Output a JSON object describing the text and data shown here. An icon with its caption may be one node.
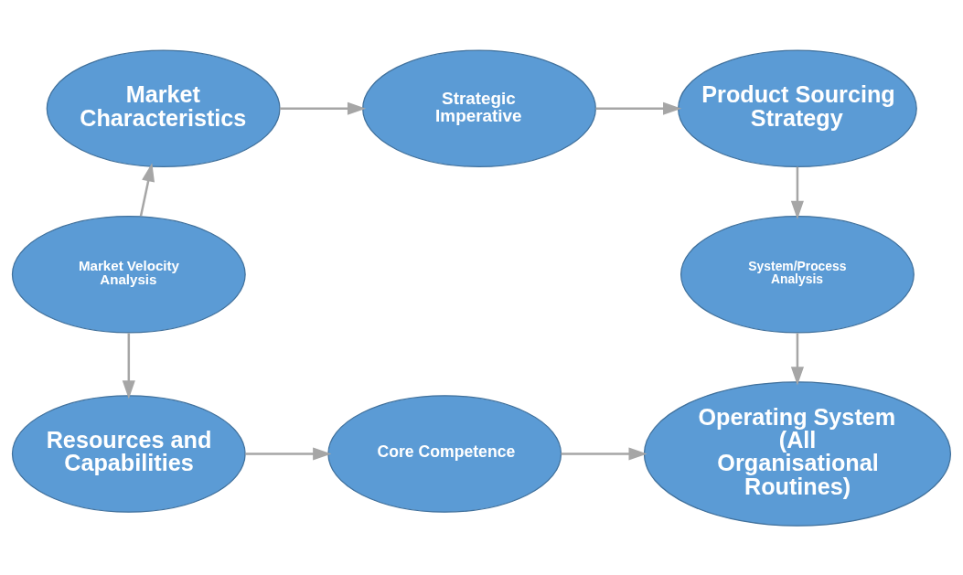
{
  "diagram": {
    "nodes": [
      {
        "text": [
          "Market Characteristics"
        ]
      },
      {
        "text": [
          "Strategic Imperative"
        ]
      },
      {
        "text": [
          "Product Sourcing Strategy"
        ]
      },
      {
        "text": [
          "Market Velocity Analysis"
        ]
      },
      {
        "text": [
          "System/Process Analysis"
        ]
      },
      {
        "text": [
          "Resources and Capabilities"
        ]
      },
      {
        "text": [
          "Core Competence"
        ]
      },
      {
        "text": [
          "Operating System (All Organisational Routines)"
        ]
      }
    ],
    "edges": [
      {
        "from": 0,
        "to": 1,
        "arrow": "to"
      },
      {
        "from": 1,
        "to": 2,
        "arrow": "to"
      },
      {
        "from": 3,
        "to": 0,
        "arrow": "to"
      },
      {
        "from": 2,
        "to": 4,
        "arrow": "to"
      },
      {
        "from": 3,
        "to": 5,
        "arrow": "to"
      },
      {
        "from": 4,
        "to": 7,
        "arrow": "to"
      },
      {
        "from": 5,
        "to": 6,
        "arrow": "to"
      },
      {
        "from": 6,
        "to": 7,
        "arrow": "to"
      }
    ]
  }
}
